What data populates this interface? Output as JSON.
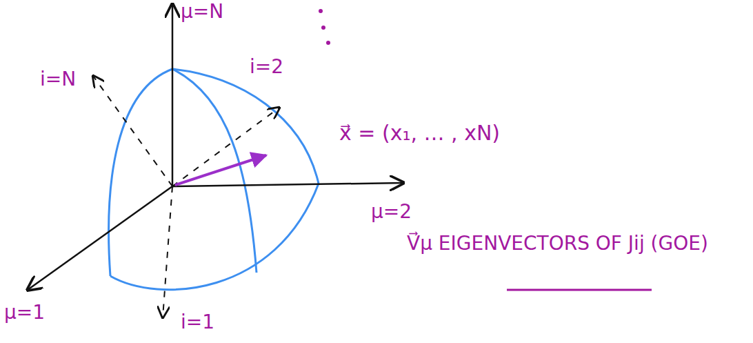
{
  "diagram": {
    "labels": [
      "μ=N",
      "μ=2",
      "μ=1",
      "i=N",
      "i=2",
      "i=1",
      "x⃗ = (x₁, … , xN)",
      "V⃗μ EIGENVECTORS OF Jij (GOE)"
    ]
  }
}
